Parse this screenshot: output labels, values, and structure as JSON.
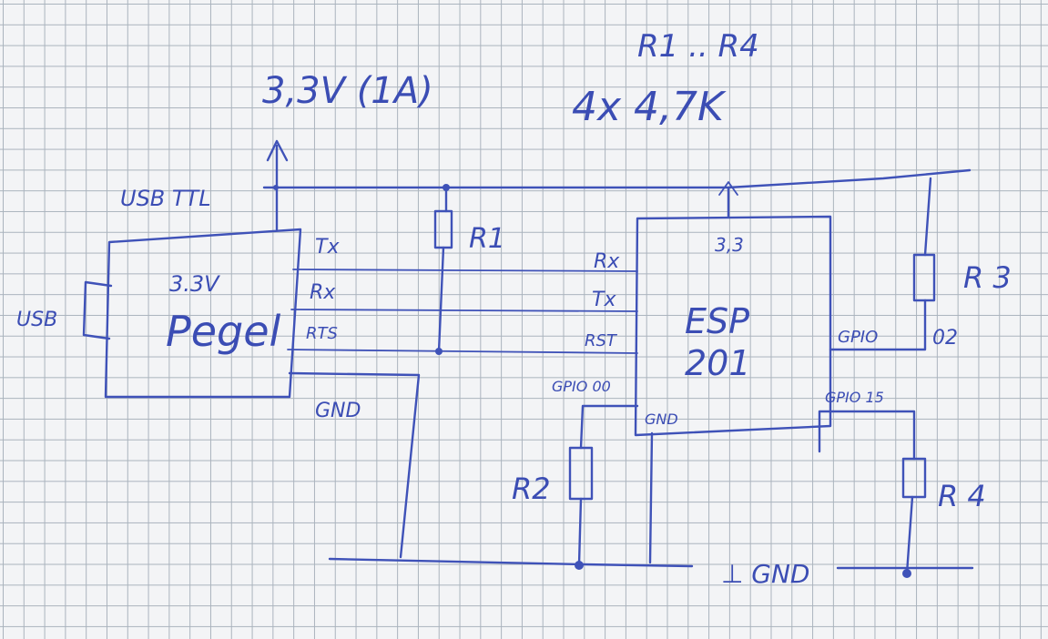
{
  "notes": {
    "resistor_range": "R1 .. R4",
    "resistor_value": "4x  4,7K",
    "supply": "3,3V (1A)"
  },
  "adapter": {
    "label": "USB TTL",
    "usb": "USB",
    "voltage": "3.3V",
    "name": "Pegel",
    "tx": "Tx",
    "rx": "Rx",
    "rts": "RTS",
    "gnd": "GND"
  },
  "esp": {
    "name_line1": "ESP",
    "name_line2": "201",
    "vcc": "3,3",
    "rx": "Rx",
    "tx": "Tx",
    "rst": "RST",
    "gpio0": "GPIO 00",
    "gnd": "GND",
    "gpio2": "GPIO",
    "gpio2_num": "02",
    "gpio15": "GPIO 15"
  },
  "resistors": {
    "r1": "R1",
    "r2": "R2",
    "r3": "R 3",
    "r4": "R 4"
  },
  "ground": {
    "label": "⊥ GND"
  }
}
